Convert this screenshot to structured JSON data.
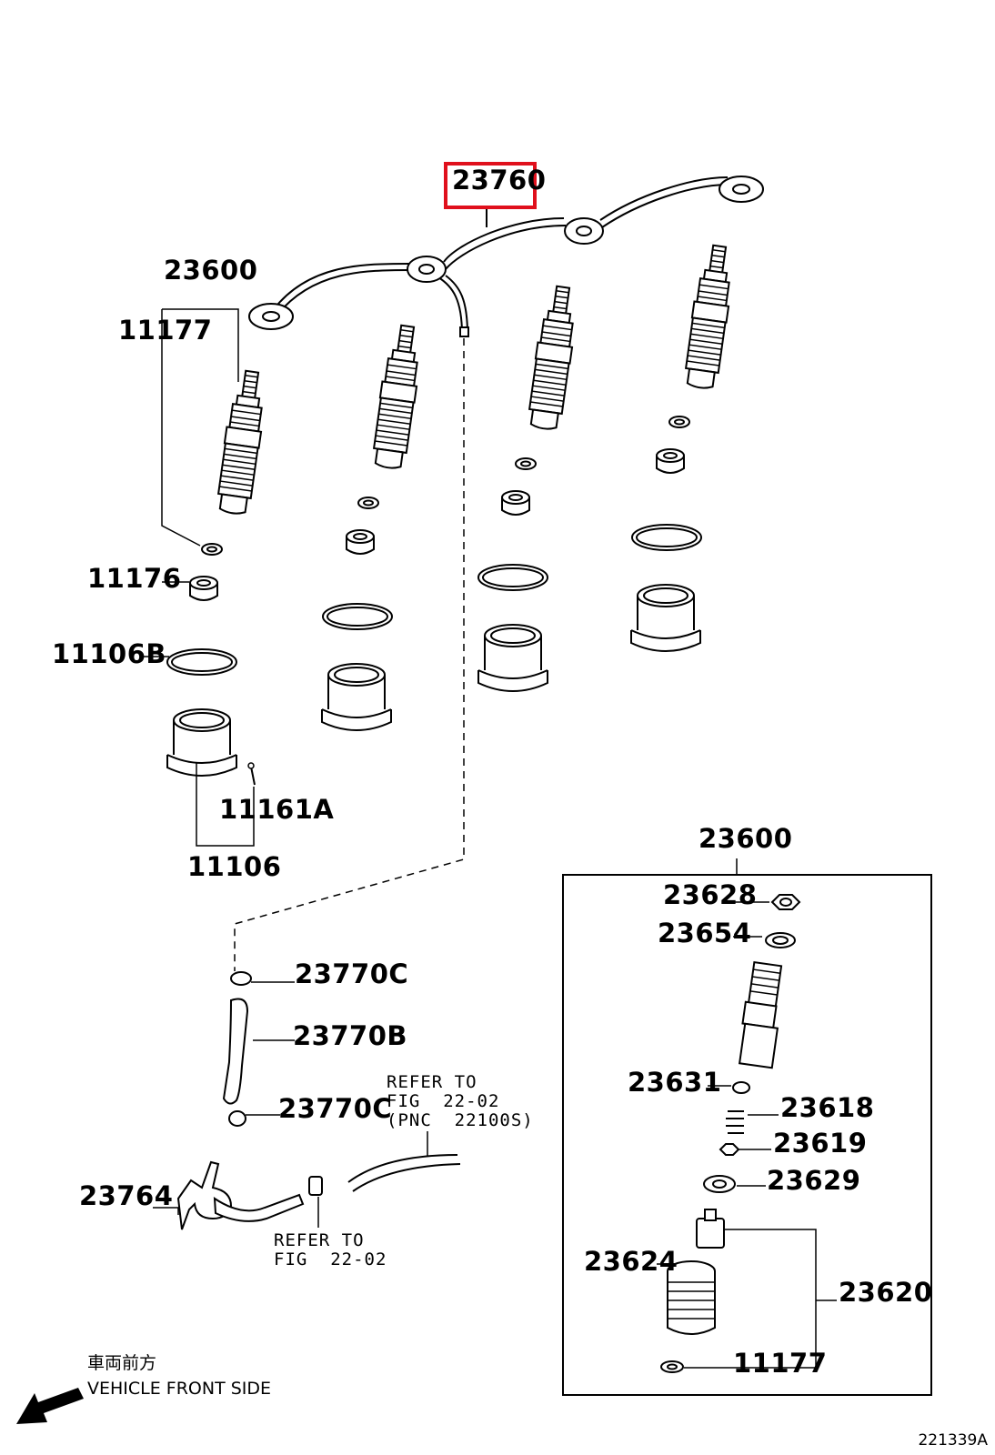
{
  "highlight": {
    "part": "23760",
    "color": "#e0101c"
  },
  "labels": {
    "p23760": "23760",
    "p23600_top": "23600",
    "p11177_top": "11177",
    "p11176": "11176",
    "p11106B": "11106B",
    "p11161A": "11161A",
    "p11106": "11106",
    "p23600_box": "23600",
    "p23628": "23628",
    "p23654": "23654",
    "p23631": "23631",
    "p23618": "23618",
    "p23619": "23619",
    "p23629": "23629",
    "p23624": "23624",
    "p23620": "23620",
    "p11177_box": "11177",
    "p23770C_a": "23770C",
    "p23770B": "23770B",
    "p23770C_b": "23770C",
    "p23764": "23764"
  },
  "refs": {
    "ref1": "REFER TO\nFIG  22-02\n(PNC  22100S)",
    "ref2": "REFER TO\nFIG  22-02"
  },
  "direction": {
    "jp": "車両前方",
    "en": "VEHICLE FRONT SIDE"
  },
  "figure_id": "221339A"
}
